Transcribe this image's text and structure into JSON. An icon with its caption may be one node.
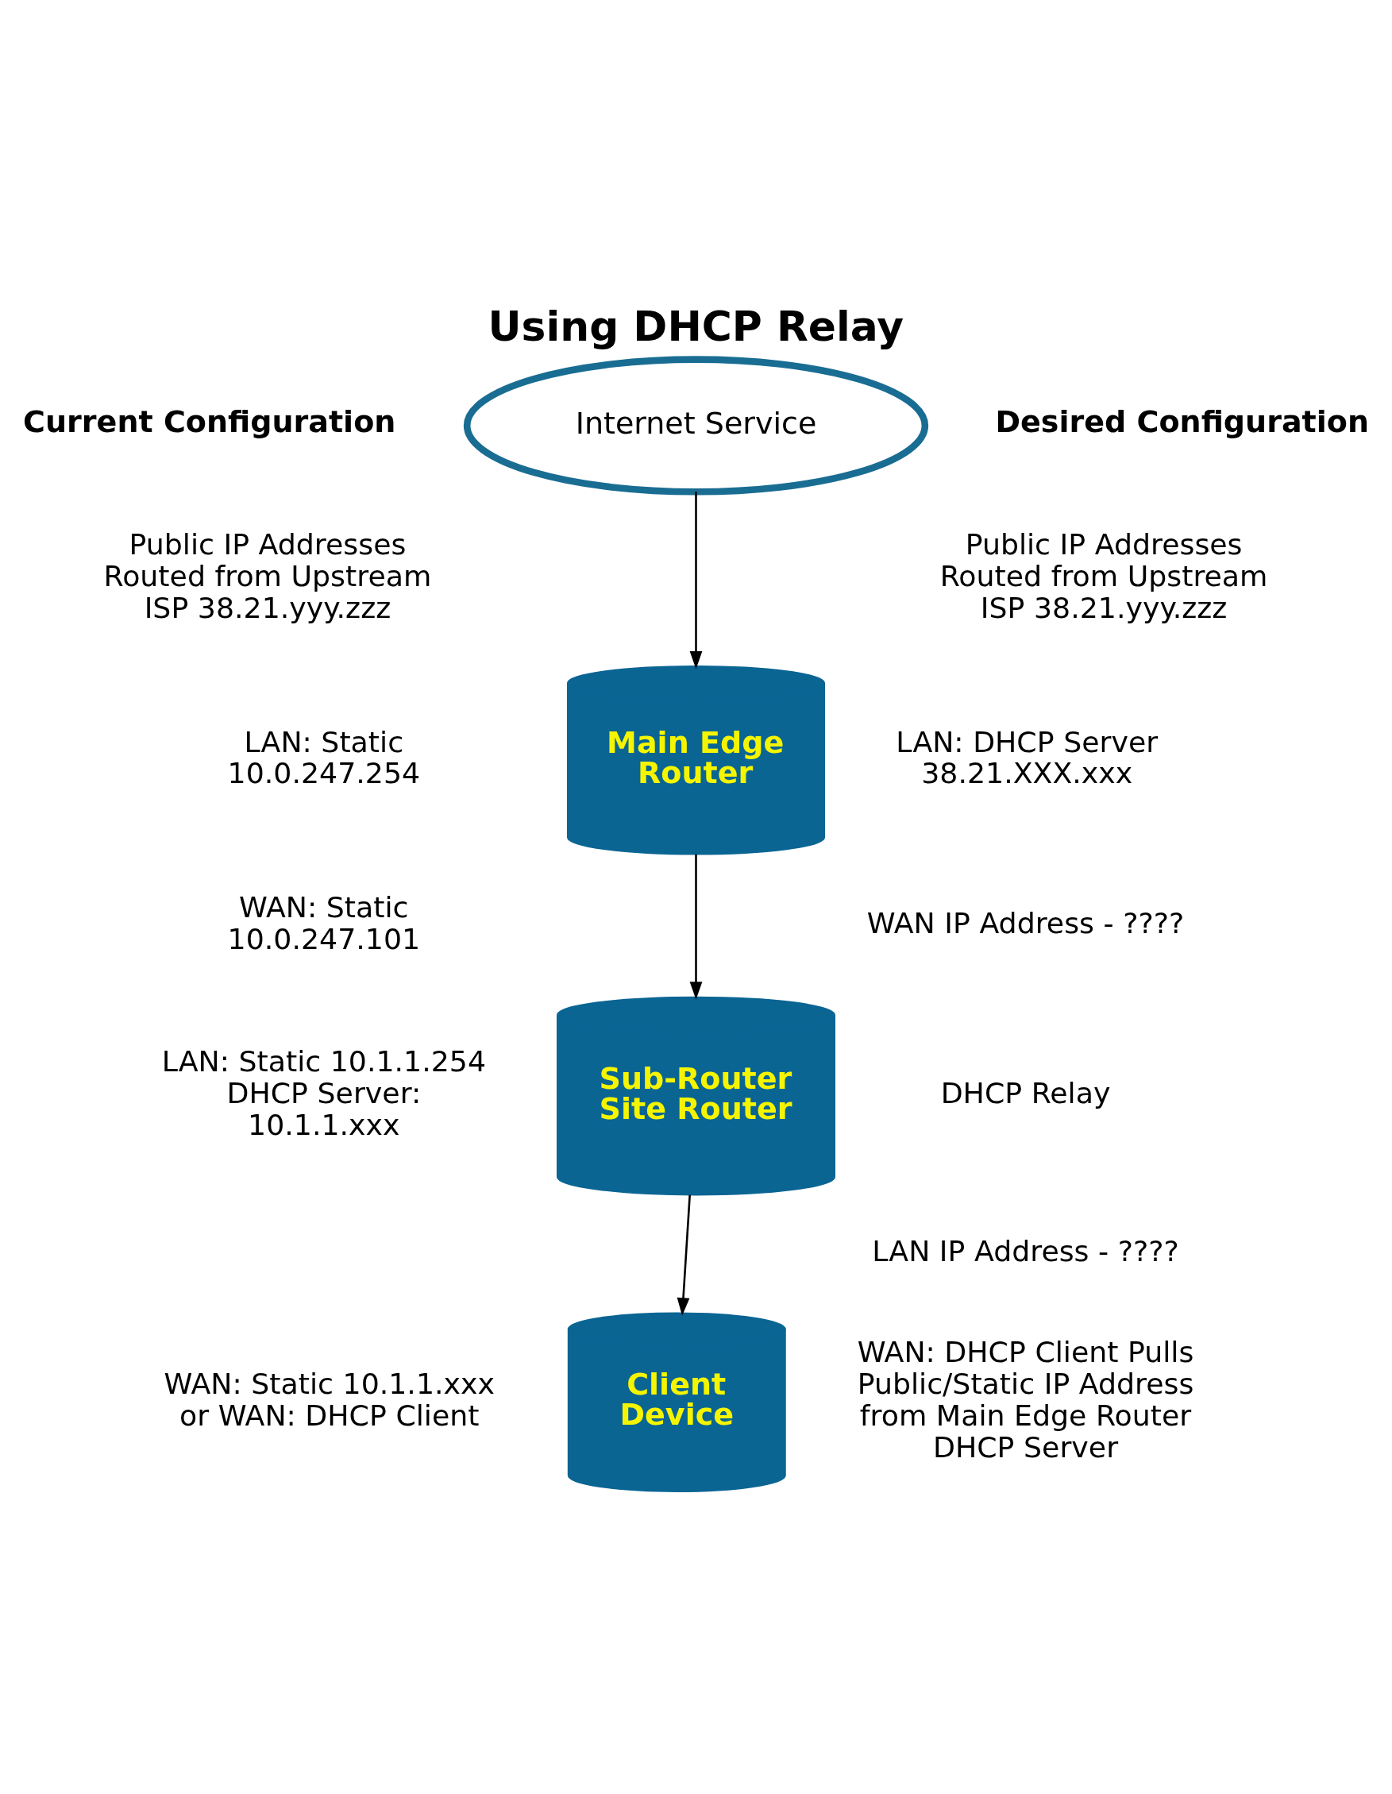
{
  "diagram": {
    "title": "Using DHCP Relay",
    "nodes": [
      {
        "text": [
          "Internet Service"
        ]
      },
      {
        "text": [
          "Main Edge Router"
        ]
      },
      {
        "text": [
          "Sub-Router Site Router"
        ]
      },
      {
        "text": [
          "Client Device"
        ]
      }
    ],
    "edges": [
      {
        "from": 0,
        "to": 1,
        "arrow": "to"
      },
      {
        "from": 1,
        "to": 2,
        "arrow": "to"
      },
      {
        "from": 2,
        "to": 3,
        "arrow": "to"
      }
    ],
    "labels": [
      "Current Configuration",
      "Desired Configuration",
      "Public IP Addresses Routed from Upstream ISP 38.21.yyy.zzz",
      "Public IP Addresses Routed from Upstream ISP 38.21.yyy.zzz",
      "LAN: Static 10.0.247.254",
      "LAN: DHCP Server 38.21.XXX.xxx",
      "WAN IP Address - ????",
      "WAN: Static 10.0.247.101",
      "DHCP Relay",
      "LAN: Static 10.1.1.254 DHCP Server: 10.1.1.xxx",
      "LAN IP Address - ????",
      "WAN: DHCP Client Pulls Public/Static IP Address from Main Edge Router DHCP Server",
      "WAN: Static 10.1.1.xxx or WAN: DHCP Client"
    ]
  }
}
